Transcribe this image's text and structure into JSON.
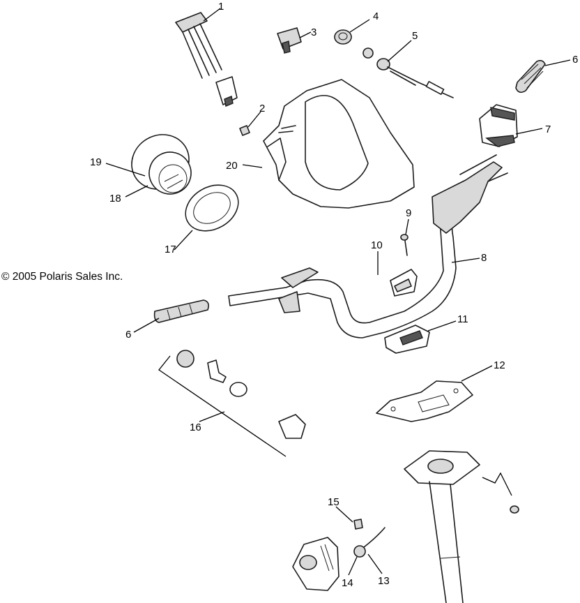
{
  "copyright": "© 2005 Polaris Sales Inc.",
  "callouts": [
    "1",
    "2",
    "3",
    "4",
    "5",
    "6",
    "7",
    "20",
    "19",
    "18",
    "17",
    "9",
    "10",
    "8",
    "6",
    "11",
    "12",
    "16",
    "15",
    "14",
    "13"
  ]
}
